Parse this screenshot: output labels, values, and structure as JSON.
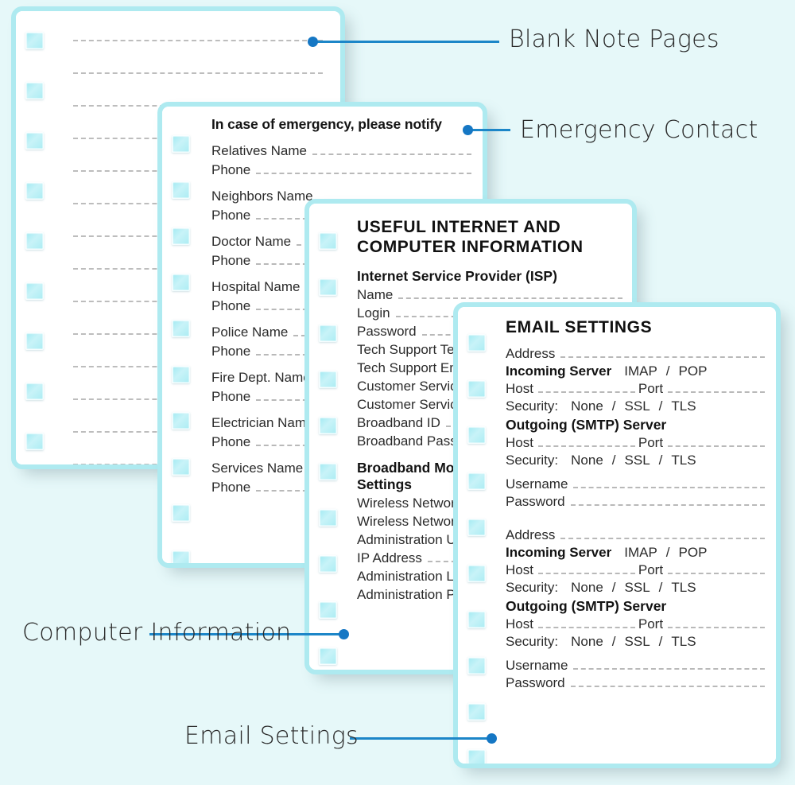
{
  "background_color": "#e6f8f9",
  "accent_color": "#1577c4",
  "card_border_color": "#aeeaf0",
  "callouts": [
    {
      "id": "blank-note-pages",
      "label": "Blank Note Pages"
    },
    {
      "id": "emergency-contact",
      "label": "Emergency Contact"
    },
    {
      "id": "computer-information",
      "label": "Computer Information"
    },
    {
      "id": "email-settings",
      "label": "Email Settings"
    }
  ],
  "cards": {
    "blank": {
      "name": "Blank Note Pages",
      "hole_count": 9,
      "line_count": 14
    },
    "emergency": {
      "name": "Emergency Contact",
      "heading": "In case of emergency, please notify",
      "hole_count": 10,
      "groups": [
        {
          "name_label": "Relatives  Name",
          "phone_label": "Phone"
        },
        {
          "name_label": "Neighbors  Name",
          "phone_label": "Phone"
        },
        {
          "name_label": "Doctor  Name",
          "phone_label": "Phone"
        },
        {
          "name_label": "Hospital  Name",
          "phone_label": "Phone"
        },
        {
          "name_label": "Police  Name",
          "phone_label": "Phone"
        },
        {
          "name_label": "Fire Dept.  Name",
          "phone_label": "Phone"
        },
        {
          "name_label": "Electrician  Name",
          "phone_label": "Phone"
        },
        {
          "name_label": "Services  Name",
          "phone_label": "Phone"
        }
      ]
    },
    "computer": {
      "name": "Computer Information",
      "title_line1": "USEFUL  INTERNET  AND",
      "title_line2": "COMPUTER  INFORMATION",
      "hole_count": 10,
      "sections": [
        {
          "heading": "Internet  Service  Provider (ISP)",
          "fields": [
            "Name",
            "Login",
            "Password",
            "Tech Support Tel.",
            "Tech Support Email",
            "Customer Service Tel.",
            "Customer Service Email",
            "Broadband ID",
            "Broadband Password"
          ]
        },
        {
          "heading_line1": "Broadband  Modem / Router",
          "heading_line2": "Settings",
          "fields": [
            "Wireless Network Name",
            "Wireless Network Key",
            "Administration URL",
            "IP Address",
            "Administration Login",
            "Administration Password"
          ]
        }
      ]
    },
    "email": {
      "name": "Email Settings",
      "title": "EMAIL  SETTINGS",
      "hole_count": 10,
      "accounts": [
        {
          "address_label": "Address",
          "incoming_label": "Incoming Server",
          "incoming_options": [
            "IMAP",
            "POP"
          ],
          "host_label": "Host",
          "port_label": "Port",
          "security_label": "Security:",
          "security_options": [
            "None",
            "SSL",
            "TLS"
          ],
          "outgoing_label": "Outgoing (SMTP) Server",
          "out_host_label": "Host",
          "out_port_label": "Port",
          "out_security_label": "Security:",
          "out_security_options": [
            "None",
            "SSL",
            "TLS"
          ],
          "username_label": "Username",
          "password_label": "Password"
        },
        {
          "address_label": "Address",
          "incoming_label": "Incoming Server",
          "incoming_options": [
            "IMAP",
            "POP"
          ],
          "host_label": "Host",
          "port_label": "Port",
          "security_label": "Security:",
          "security_options": [
            "None",
            "SSL",
            "TLS"
          ],
          "outgoing_label": "Outgoing (SMTP) Server",
          "out_host_label": "Host",
          "out_port_label": "Port",
          "out_security_label": "Security:",
          "out_security_options": [
            "None",
            "SSL",
            "TLS"
          ],
          "username_label": "Username",
          "password_label": "Password"
        }
      ]
    }
  }
}
